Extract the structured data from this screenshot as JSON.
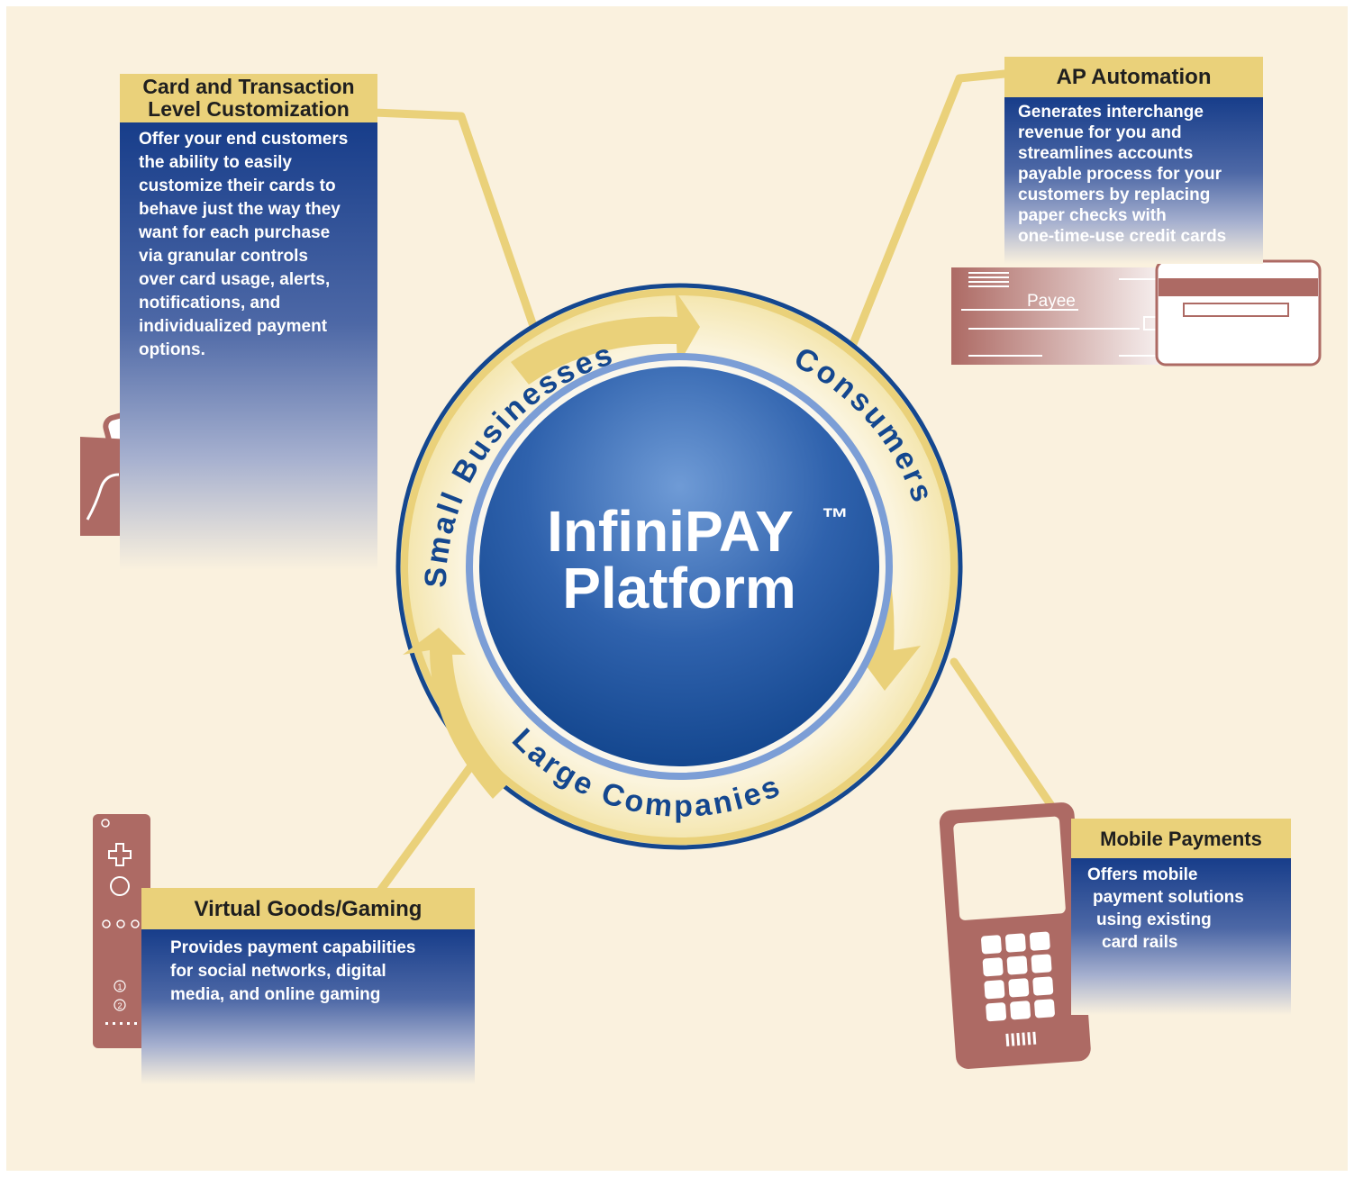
{
  "center": {
    "line1": "InfiniPAY",
    "tm": "™",
    "line2": "Platform"
  },
  "ring_labels": {
    "top_left": "Small Businesses",
    "top_right": "Consumers",
    "bottom": "Large Companies"
  },
  "panels": {
    "card": {
      "title_lines": [
        "Card and Transaction",
        "Level Customization"
      ],
      "body_lines": [
        "Offer your end customers",
        "the ability to easily",
        "customize their cards to",
        "behave just the way they",
        "want for each purchase",
        "via granular controls",
        "over card usage, alerts,",
        "notifications, and",
        "individualized payment",
        "options."
      ]
    },
    "ap": {
      "title": "AP Automation",
      "body_lines": [
        "Generates interchange",
        "revenue for you and",
        "streamlines accounts",
        "payable process for your",
        "customers by replacing",
        "paper checks with",
        "one-time-use credit cards"
      ]
    },
    "gaming": {
      "title": "Virtual Goods/Gaming",
      "body_lines": [
        "Provides payment capabilities",
        "for social networks, digital",
        "media, and online gaming"
      ]
    },
    "mobile": {
      "title": "Mobile Payments",
      "body_lines": [
        "Offers mobile",
        "payment solutions",
        "using existing",
        "card rails"
      ]
    }
  },
  "illustrations": {
    "check_label": "Payee",
    "remote_button_1": "1",
    "remote_button_2": "2"
  },
  "colors": {
    "background": "#faf1de",
    "gold": "#ead17a",
    "navy": "#173d8a",
    "illustration": "#ad6a64"
  }
}
